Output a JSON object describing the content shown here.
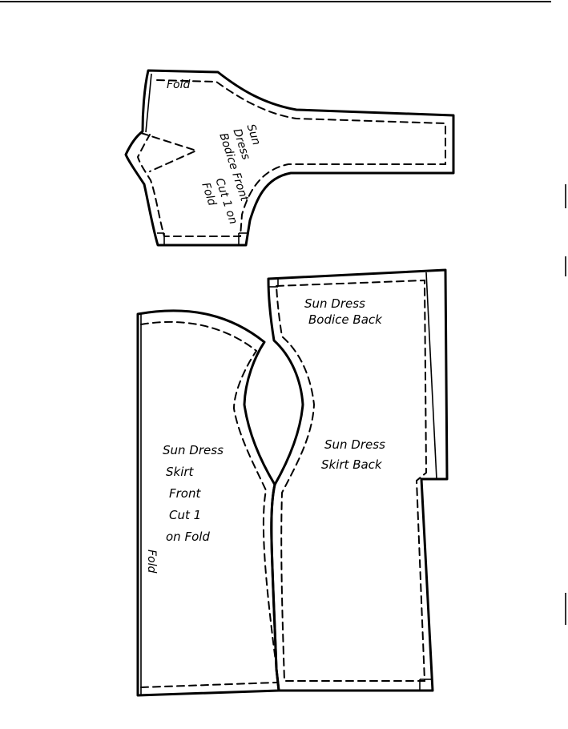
{
  "pieces": {
    "bodice_front": {
      "fold": "Fold",
      "line1": "Sun",
      "line2": "Dress",
      "line3": "Bodice Front",
      "line4": "Cut 1 on",
      "line5": "Fold"
    },
    "bodice_back": {
      "line1": "Sun Dress",
      "line2": "Bodice Back"
    },
    "skirt_front": {
      "line1": "Sun Dress",
      "line2": "Skirt",
      "line3": "Front",
      "line4": "Cut 1",
      "line5": "on Fold",
      "fold": "Fold"
    },
    "skirt_back": {
      "line1": "Sun Dress",
      "line2": "Skirt Back"
    }
  }
}
